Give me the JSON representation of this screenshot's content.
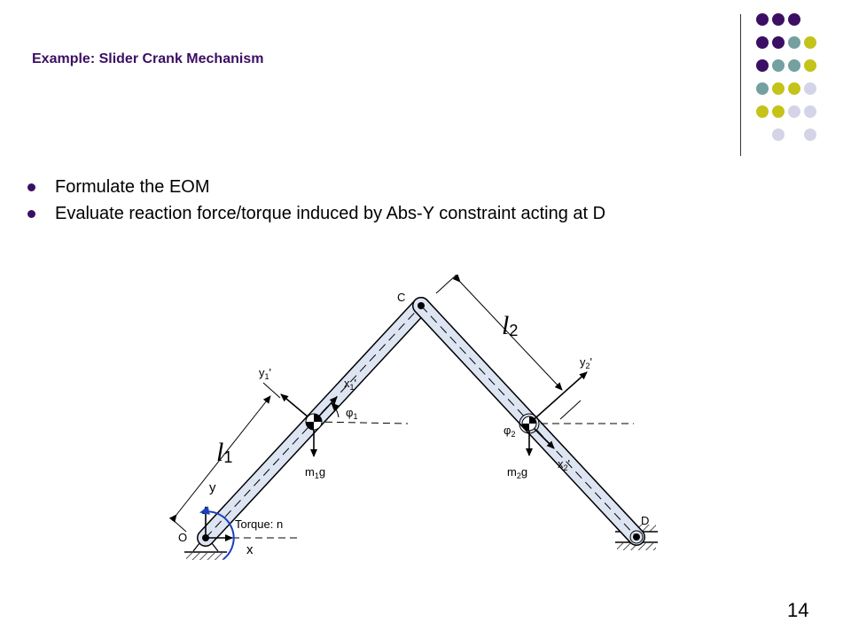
{
  "slide": {
    "title_prefix": "Example:",
    "title_main": "Slider Crank Mechanism",
    "bullets": [
      "Formulate the EOM",
      "Evaluate reaction force/torque induced by Abs-Y constraint acting at D"
    ],
    "page_number": "14"
  },
  "palette": {
    "title_color": "#3b0f63",
    "dot_purple": "#3b0f63",
    "dot_teal": "#74a0a0",
    "dot_lime": "#c3c31a",
    "dot_lavender": "#d4d4e8",
    "link_fill": "#dde4f2",
    "torque_arrow": "#1a3fbf"
  },
  "diagram": {
    "point_c": "C",
    "point_o": "O",
    "point_d": "D",
    "axis_x": "x",
    "axis_y": "y",
    "torque_label": "Torque: n",
    "l1_base": "l",
    "l1_sub": "1",
    "l2_base": "l",
    "l2_sub": "2",
    "x1_base": "x",
    "x1_sub": "1",
    "y1_base": "y",
    "y1_sub": "1",
    "x2_base": "x",
    "x2_sub": "2",
    "y2_base": "y",
    "y2_sub": "2",
    "prime": "'",
    "phi1_base": "φ",
    "phi1_sub": "1",
    "phi2_base": "φ",
    "phi2_sub": "2",
    "m1g_base": "m",
    "m1g_sub": "1",
    "m1g_tail": "g",
    "m2g_base": "m",
    "m2g_sub": "2",
    "m2g_tail": "g"
  }
}
